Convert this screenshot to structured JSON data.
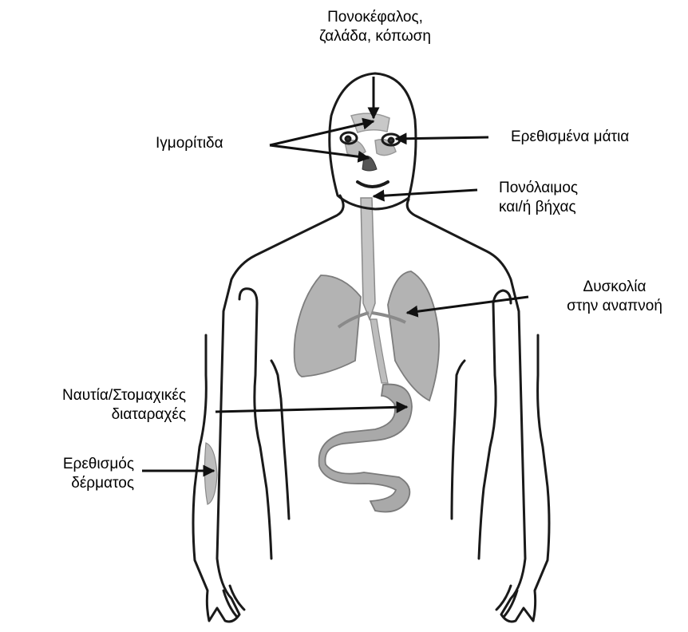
{
  "labels": {
    "headache": [
      "Πονοκέφαλος,",
      "ζαλάδα, κόπωση"
    ],
    "sinusitis": [
      "Ιγμορίτιδα"
    ],
    "irritated_eyes": [
      "Ερεθισμένα μάτια"
    ],
    "sore_throat": [
      "Πονόλαιμος",
      "και/ή βήχας"
    ],
    "breathing": [
      "Δυσκολία",
      "στην αναπνοή"
    ],
    "nausea": [
      "Ναυτία/Στομαχικές",
      "διαταραχές"
    ],
    "skin": [
      "Ερεθισμός",
      "δέρματος"
    ]
  },
  "colors": {
    "outline": "#1a1a1a",
    "organ_fill": "#b8b8b8",
    "organ_stroke": "#8a8a8a",
    "arrow": "#111111"
  }
}
